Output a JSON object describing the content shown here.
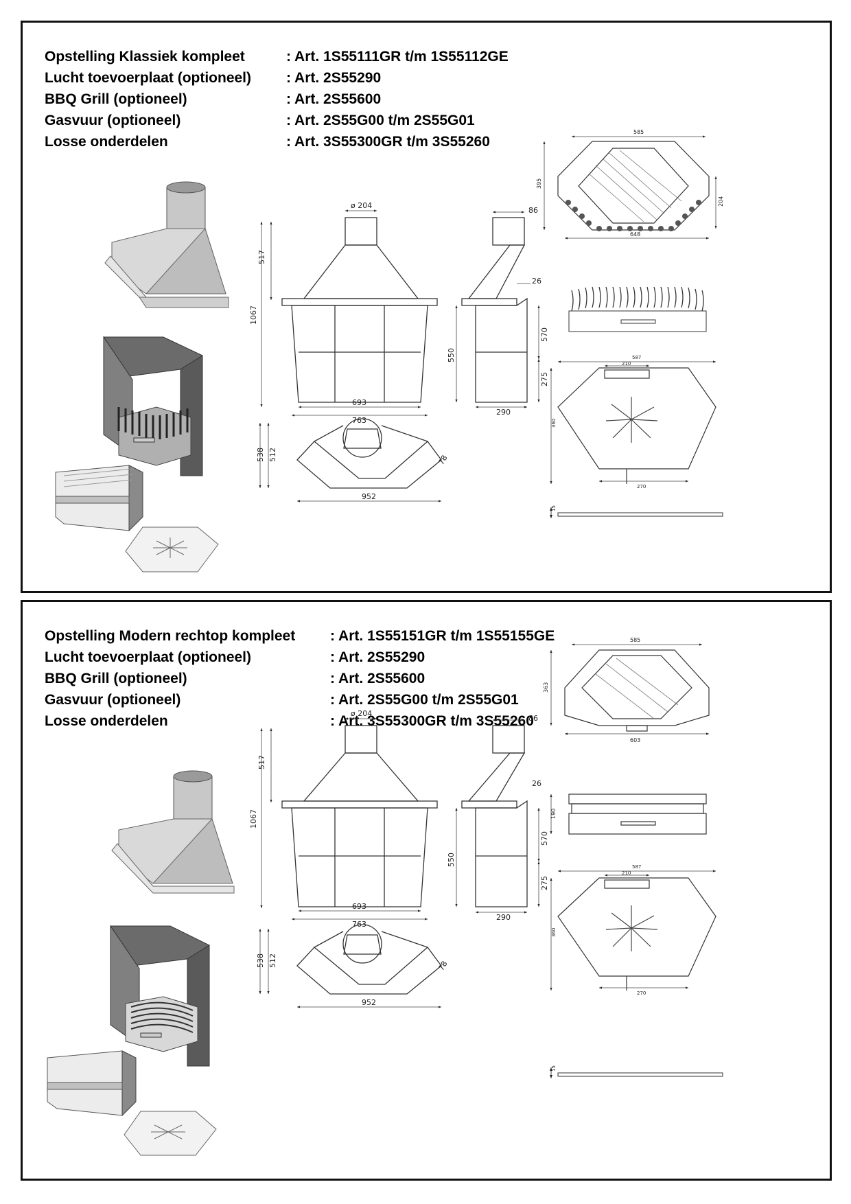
{
  "panels": [
    {
      "specs": [
        {
          "label": "Opstelling Klassiek kompleet",
          "value": ": Art. 1S55111GR t/m 1S55112GE"
        },
        {
          "label": "Lucht toevoerplaat (optioneel)",
          "value": ": Art. 2S55290"
        },
        {
          "label": "BBQ Grill (optioneel)",
          "value": ": Art. 2S55600"
        },
        {
          "label": "Gasvuur (optioneel)",
          "value": ": Art. 2S55G00 t/m 2S55G01"
        },
        {
          "label": "Losse onderdelen",
          "value": ": Art. 3S55300GR t/m 3S55260"
        }
      ],
      "dims": {
        "flue_diameter": "ø 204",
        "hood_height": "517",
        "total_height": "1067",
        "base_height": "550",
        "inner_width": "693",
        "outer_width": "763",
        "flue_depth": "86",
        "shelf": "26",
        "side_height": "570",
        "lower_height": "275",
        "side_depth": "290",
        "plan_depth": "538",
        "plan_inner": "512",
        "plan_width": "952",
        "plan_wall": "78",
        "grill_top_width": "585",
        "grill_depth": "395",
        "grill_right": "204",
        "grill_bottom_width": "648",
        "plate_width": "587",
        "plate_top": "210",
        "plate_depth": "360",
        "plate_bottom": "270",
        "plate_thickness": "15"
      }
    },
    {
      "specs": [
        {
          "label": "Opstelling Modern rechtop kompleet",
          "value": ": Art. 1S55151GR t/m 1S55155GE"
        },
        {
          "label": "Lucht toevoerplaat (optioneel)",
          "value": ": Art. 2S55290"
        },
        {
          "label": "BBQ Grill (optioneel)",
          "value": ": Art. 2S55600"
        },
        {
          "label": "Gasvuur (optioneel)",
          "value": ": Art. 2S55G00 t/m 2S55G01"
        },
        {
          "label": "Losse onderdelen",
          "value": ": Art. 3S55300GR t/m 3S55260"
        }
      ],
      "dims": {
        "flue_diameter": "ø 204",
        "hood_height": "517",
        "total_height": "1067",
        "base_height": "550",
        "inner_width": "693",
        "outer_width": "763",
        "flue_depth": "86",
        "shelf": "26",
        "side_height": "570",
        "lower_height": "275",
        "side_depth": "290",
        "plan_depth": "538",
        "plan_inner": "512",
        "plan_width": "952",
        "plan_wall": "78",
        "grill_top_width": "585",
        "grill_depth": "363",
        "grill_bottom_width": "603",
        "grill_side_height": "190",
        "plate_width": "587",
        "plate_top": "210",
        "plate_depth": "360",
        "plate_bottom": "270",
        "plate_thickness": "15"
      }
    }
  ]
}
